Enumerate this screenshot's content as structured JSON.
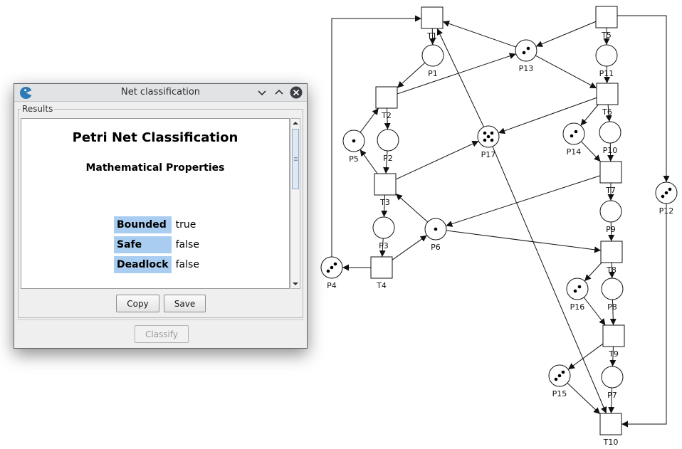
{
  "window": {
    "title": "Net classification",
    "results_label": "Results",
    "heading": "Petri Net Classification",
    "subheading": "Mathematical Properties",
    "properties": [
      {
        "key": "Bounded",
        "value": "true"
      },
      {
        "key": "Safe",
        "value": "false"
      },
      {
        "key": "Deadlock",
        "value": "false"
      }
    ],
    "copy_label": "Copy",
    "save_label": "Save",
    "classify_label": "Classify"
  },
  "net": {
    "places": [
      {
        "id": "P1",
        "tokens": 0
      },
      {
        "id": "P2",
        "tokens": 0
      },
      {
        "id": "P3",
        "tokens": 0
      },
      {
        "id": "P4",
        "tokens": 3
      },
      {
        "id": "P5",
        "tokens": 1
      },
      {
        "id": "P6",
        "tokens": 1
      },
      {
        "id": "P7",
        "tokens": 0
      },
      {
        "id": "P8",
        "tokens": 0
      },
      {
        "id": "P9",
        "tokens": 0
      },
      {
        "id": "P10",
        "tokens": 0
      },
      {
        "id": "P11",
        "tokens": 0
      },
      {
        "id": "P12",
        "tokens": 3
      },
      {
        "id": "P13",
        "tokens": 2
      },
      {
        "id": "P14",
        "tokens": 2
      },
      {
        "id": "P15",
        "tokens": 3
      },
      {
        "id": "P16",
        "tokens": 2
      },
      {
        "id": "P17",
        "tokens": 5
      }
    ],
    "transitions": [
      {
        "id": "T1"
      },
      {
        "id": "T2"
      },
      {
        "id": "T3"
      },
      {
        "id": "T4"
      },
      {
        "id": "T5"
      },
      {
        "id": "T6"
      },
      {
        "id": "T7"
      },
      {
        "id": "T8"
      },
      {
        "id": "T9"
      },
      {
        "id": "T10"
      }
    ]
  }
}
